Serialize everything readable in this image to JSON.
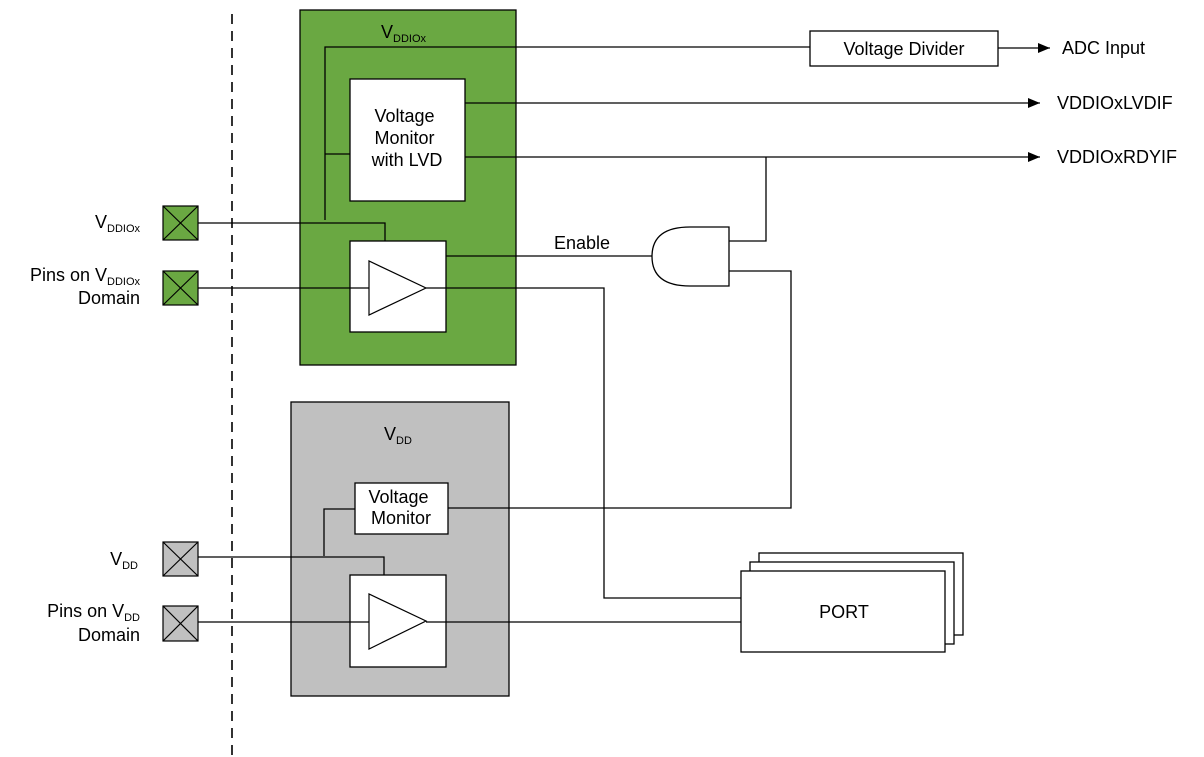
{
  "colors": {
    "vddiox_domain": "#6aa842",
    "vdd_domain": "#c0c0c0",
    "pin_vddiox": "#6aa842",
    "pin_vdd": "#c0c0c0",
    "line": "#000000",
    "block_fill": "#ffffff"
  },
  "vddiox_domain": {
    "title_main": "V",
    "title_sub": "DDIOx"
  },
  "vdd_domain": {
    "title_main": "V",
    "title_sub": "DD"
  },
  "blocks": {
    "voltage_monitor_lvd": [
      "Voltage",
      "Monitor",
      "with LVD"
    ],
    "voltage_monitor_vdd": [
      "Voltage",
      "Monitor"
    ],
    "voltage_divider": "Voltage Divider",
    "port": "PORT"
  },
  "pins": {
    "vddiox_main": "V",
    "vddiox_sub": "DDIOx",
    "pins_vddiox_prefix": "Pins on V",
    "pins_vddiox_sub": "DDIOx",
    "pins_vddiox_line2": "Domain",
    "vdd_main": "V",
    "vdd_sub": "DD",
    "pins_vdd_prefix": "Pins on V",
    "pins_vdd_sub": "DD",
    "pins_vdd_line2": "Domain"
  },
  "signals": {
    "adc_input": "ADC Input",
    "lvdif": "VDDIOxLVDIF",
    "rdyif": "VDDIOxRDYIF",
    "enable": "Enable"
  },
  "icons": {
    "pin_icon": "x-box-pad-icon",
    "buffer_icon": "triangle-buffer-icon",
    "and_gate_icon": "and-gate-icon",
    "arrow_icon": "arrowhead-icon"
  }
}
